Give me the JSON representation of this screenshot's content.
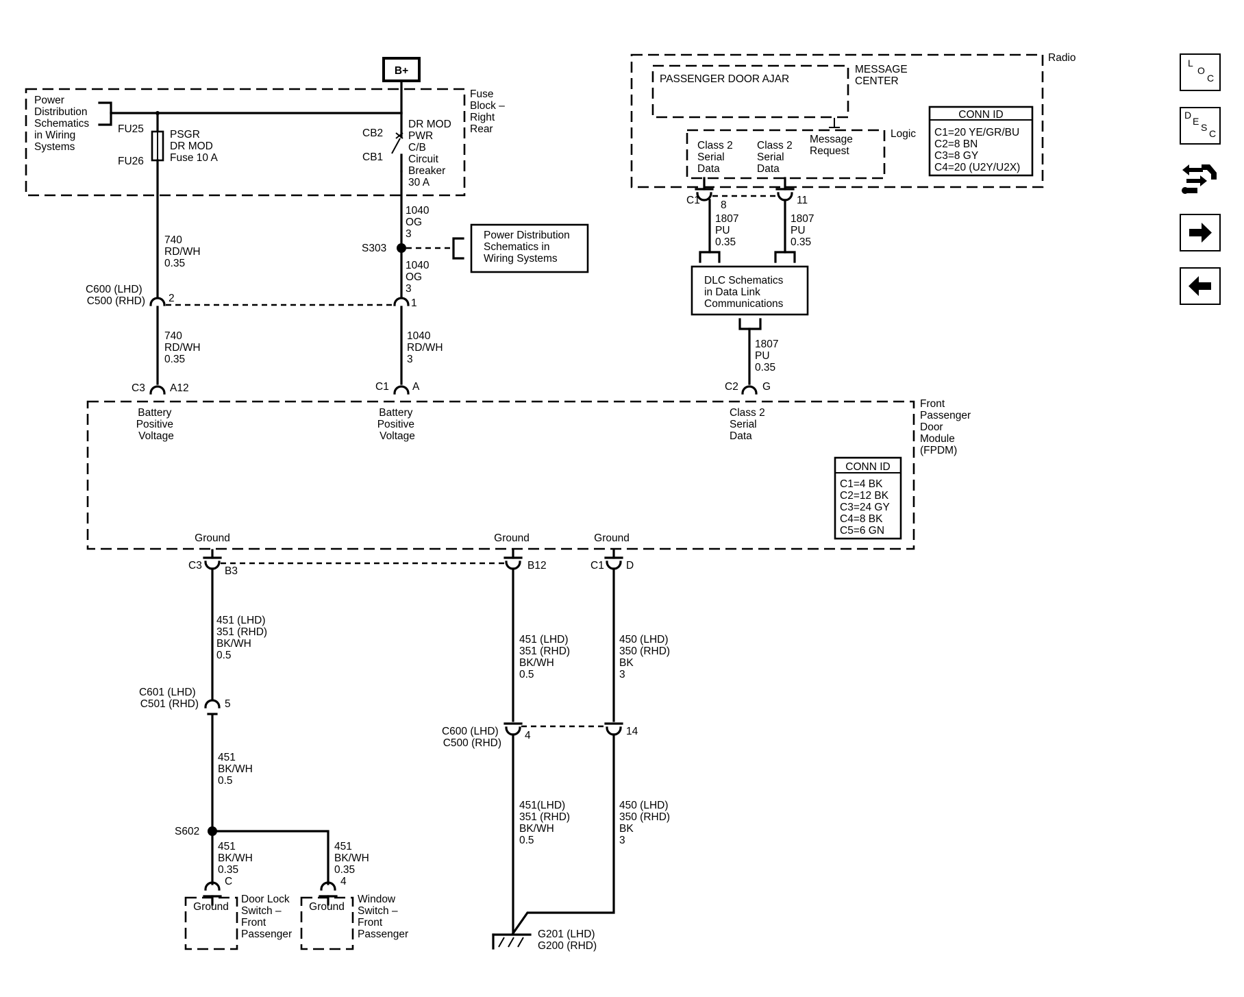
{
  "nav": {
    "loc": [
      "L",
      "O",
      "C"
    ],
    "desc": [
      "D",
      "E",
      "S",
      "C"
    ]
  },
  "top": {
    "bplus": "B+",
    "pd_schem": [
      "Power",
      "Distribution",
      "Schematics",
      "in Wiring",
      "Systems"
    ],
    "fuse_block": [
      "Fuse",
      "Block –",
      "Right",
      "Rear"
    ],
    "fu25": "FU25",
    "fu26": "FU26",
    "psgr_fuse": [
      "PSGR",
      "DR MOD",
      "Fuse 10 A"
    ],
    "cb2": "CB2",
    "cb1": "CB1",
    "breaker": [
      "DR MOD",
      "PWR",
      "C/B",
      "Circuit",
      "Breaker",
      "30 A"
    ],
    "s303": "S303",
    "pd_schem2": [
      "Power Distribution",
      "Schematics in",
      "Wiring Systems"
    ]
  },
  "wires": {
    "w740_upper": [
      "740",
      "RD/WH",
      "0.35"
    ],
    "w1040_a": [
      "1040",
      "OG",
      "3"
    ],
    "w1040_b": [
      "1040",
      "OG",
      "3"
    ],
    "w740_lower": [
      "740",
      "RD/WH",
      "0.35"
    ],
    "w1040_lower": [
      "1040",
      "RD/WH",
      "3"
    ],
    "w1807_left": [
      "1807",
      "PU",
      "0.35"
    ],
    "w1807_right": [
      "1807",
      "PU",
      "0.35"
    ],
    "w1807_low": [
      "1807",
      "PU",
      "0.35"
    ],
    "w451_top": [
      "451 (LHD)",
      "351 (RHD)",
      "BK/WH",
      "0.5"
    ],
    "w451_mid": [
      "451",
      "BK/WH",
      "0.5"
    ],
    "w451_s1": [
      "451",
      "BK/WH",
      "0.35"
    ],
    "w451_s2": [
      "451",
      "BK/WH",
      "0.35"
    ],
    "w451_b12": [
      "451 (LHD)",
      "351 (RHD)",
      "BK/WH",
      "0.5"
    ],
    "w450_d": [
      "450 (LHD)",
      "350 (RHD)",
      "BK",
      "3"
    ],
    "w451_low": [
      "451(LHD)",
      "351 (RHD)",
      "BK/WH",
      "0.5"
    ],
    "w450_low": [
      "450 (LHD)",
      "350 (RHD)",
      "BK",
      "3"
    ]
  },
  "connectors": {
    "c600_top": [
      "C600 (LHD)",
      "C500 (RHD)"
    ],
    "pin2": "2",
    "pin1": "1",
    "c3": "C3",
    "a12": "A12",
    "c1": "C1",
    "a": "A",
    "c2": "C2",
    "g": "G",
    "radio_c1": "C1",
    "pin8": "8",
    "pin11": "11",
    "c3b": "C3",
    "b3": "B3",
    "b12": "B12",
    "c1b": "C1",
    "d": "D",
    "c601": [
      "C601 (LHD)",
      "C501 (RHD)"
    ],
    "pin5": "5",
    "c600_low": [
      "C600 (LHD)",
      "C500 (RHD)"
    ],
    "pin4": "4",
    "pin14": "14",
    "s602": "S602",
    "pinC": "C",
    "pin4b": "4"
  },
  "radio": {
    "title": "Radio",
    "msg_center": [
      "MESSAGE",
      "CENTER"
    ],
    "door_ajar": "PASSENGER DOOR AJAR",
    "logic": "Logic",
    "class2_a": [
      "Class 2",
      "Serial",
      "Data"
    ],
    "class2_b": [
      "Class 2",
      "Serial",
      "Data"
    ],
    "msg_req": [
      "Message",
      "Request"
    ],
    "conn_title": "CONN ID",
    "conn": [
      "C1=20 YE/GR/BU",
      "C2=8 BN",
      "C3=8 GY",
      "C4=20 (U2Y/U2X)"
    ]
  },
  "dlc": [
    "DLC Schematics",
    "in Data Link",
    "Communications"
  ],
  "fpdm": {
    "title": [
      "Front",
      "Passenger",
      "Door",
      "Module",
      "(FPDM)"
    ],
    "bpv1": [
      "Battery",
      "Positive",
      "Voltage"
    ],
    "bpv2": [
      "Battery",
      "Positive",
      "Voltage"
    ],
    "class2": [
      "Class 2",
      "Serial",
      "Data"
    ],
    "ground1": "Ground",
    "ground2": "Ground",
    "ground3": "Ground",
    "conn_title": "CONN ID",
    "conn": [
      "C1=4 BK",
      "C2=12 BK",
      "C3=24 GY",
      "C4=8 BK",
      "C5=6 GN"
    ]
  },
  "bottom": {
    "ground_a": "Ground",
    "ground_b": "Ground",
    "door_lock": [
      "Door Lock",
      "Switch –",
      "Front",
      "Passenger"
    ],
    "window": [
      "Window",
      "Switch –",
      "Front",
      "Passenger"
    ],
    "g201": [
      "G201 (LHD)",
      "G200 (RHD)"
    ]
  }
}
